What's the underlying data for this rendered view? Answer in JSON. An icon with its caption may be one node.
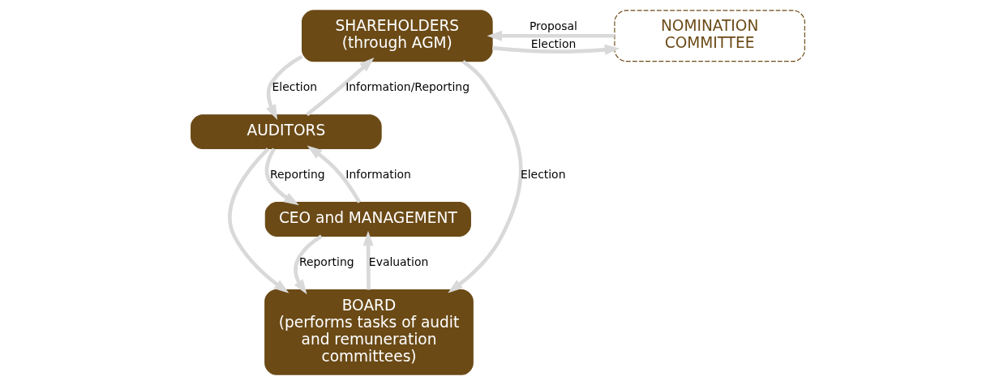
{
  "diagram": {
    "nodes": [
      {
        "text": [
          "SHAREHOLDERS",
          "(through AGM)"
        ]
      },
      {
        "text": [
          "NOMINATION COMMITTEE"
        ]
      },
      {
        "text": [
          "AUDITORS"
        ]
      },
      {
        "text": [
          "BOARD",
          "(performs tasks of audit and remuneration committees)"
        ]
      },
      {
        "text": [
          "CEO and MANAGEMENT"
        ]
      }
    ],
    "edges": [
      {
        "from": 1,
        "to": 0,
        "arrow": "to",
        "label": "Proposal"
      },
      {
        "from": 0,
        "to": 1,
        "arrow": "to",
        "label": "Election"
      },
      {
        "from": 2,
        "to": 0,
        "arrow": "to",
        "label": "Information/Reporting"
      },
      {
        "from": 0,
        "to": 2,
        "arrow": "to",
        "label": "Election"
      },
      {
        "from": 0,
        "to": 3,
        "arrow": "to",
        "label": "Election"
      },
      {
        "from": 2,
        "to": 3,
        "arrow": "to"
      },
      {
        "from": 3,
        "to": 4,
        "arrow": "to",
        "label": "Evaluation"
      },
      {
        "from": 4,
        "to": 3,
        "arrow": "to",
        "label": "Reporting"
      },
      {
        "from": 2,
        "to": 4,
        "arrow": "to",
        "label": "Reporting"
      },
      {
        "from": 4,
        "to": 2,
        "arrow": "to",
        "label": "Information"
      }
    ]
  }
}
